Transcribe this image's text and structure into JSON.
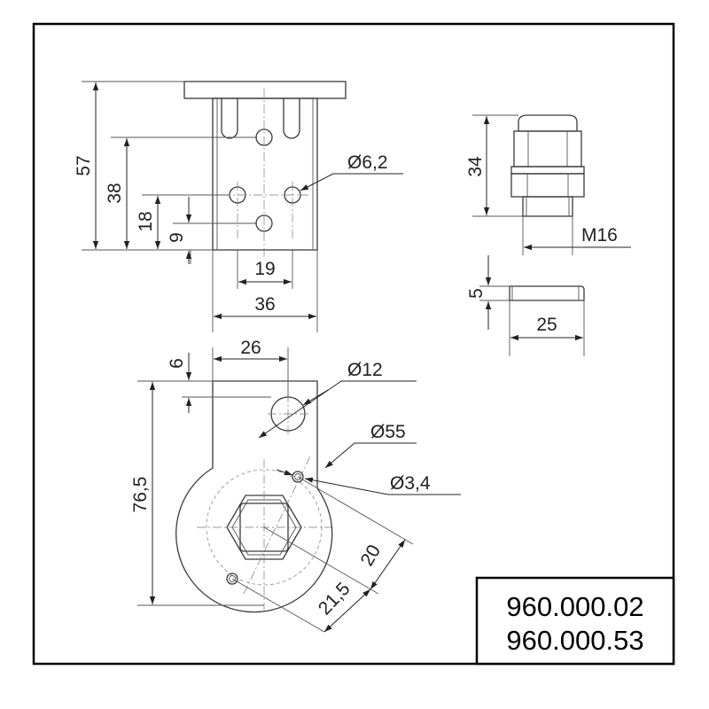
{
  "part_numbers": [
    "960.000.02",
    "960.000.53"
  ],
  "bracket_front_view": {
    "dim_height_total": "57",
    "dim_height_upper_hole": "38",
    "dim_height_lower_holes": "18",
    "dim_height_bottom_hole": "9",
    "dim_hole_spacing": "19",
    "dim_width": "36",
    "dim_hole_diameter": "Ø6,2"
  },
  "cable_gland_view": {
    "dim_height": "34",
    "dim_thread": "M16"
  },
  "nut_view": {
    "dim_thickness": "5",
    "dim_width": "25"
  },
  "flange_view": {
    "dim_width": "26",
    "dim_offset": "6",
    "dim_height": "76,5",
    "dim_hole_large": "Ø12",
    "dim_circle": "Ø55",
    "dim_hole_small": "Ø3,4",
    "dim_radial_inner": "20",
    "dim_radial_outer": "21,5"
  }
}
